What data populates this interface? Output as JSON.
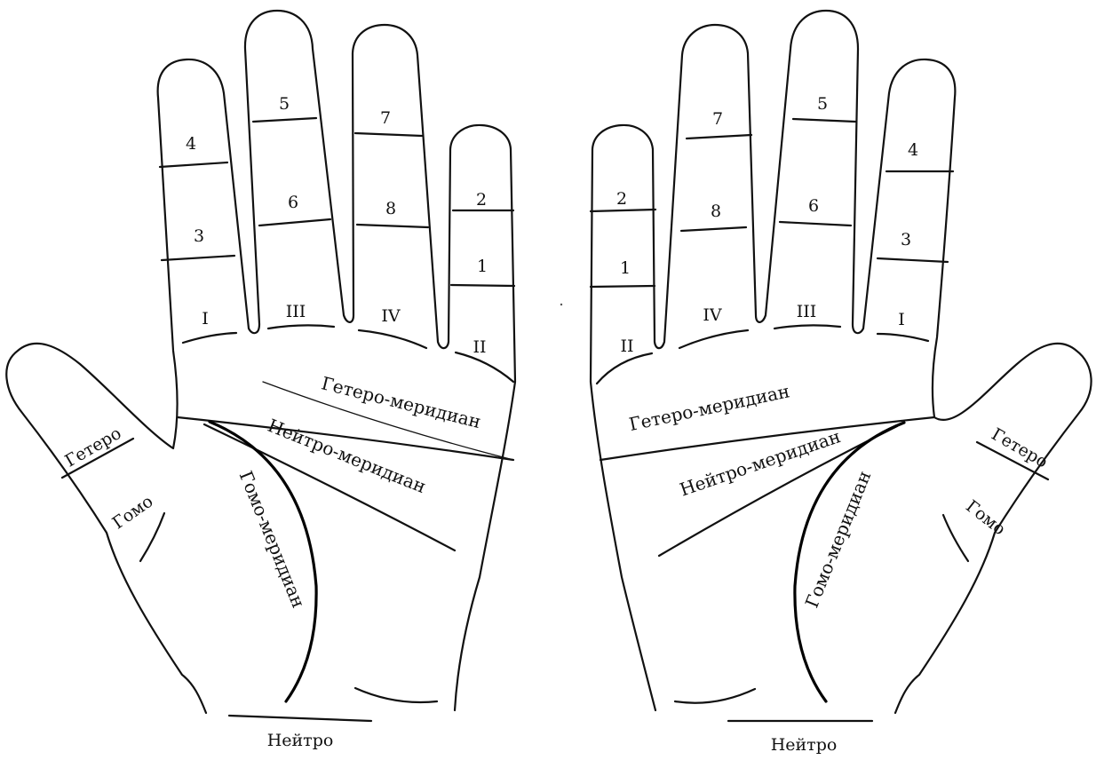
{
  "finger_points": {
    "p1": "1",
    "p2": "2",
    "p3": "3",
    "p4": "4",
    "p5": "5",
    "p6": "6",
    "p7": "7",
    "p8": "8"
  },
  "roman": {
    "I": "I",
    "II": "II",
    "III": "III",
    "IV": "IV"
  },
  "meridians": {
    "hetero": "Гетеро-меридиан",
    "neutro": "Нейтро-меридиан",
    "homo": "Гомо-меридиан"
  },
  "thumb": {
    "hetero": "Гетеро",
    "homo": "Гомо"
  },
  "wrist": {
    "neutro": "Нейтро"
  }
}
